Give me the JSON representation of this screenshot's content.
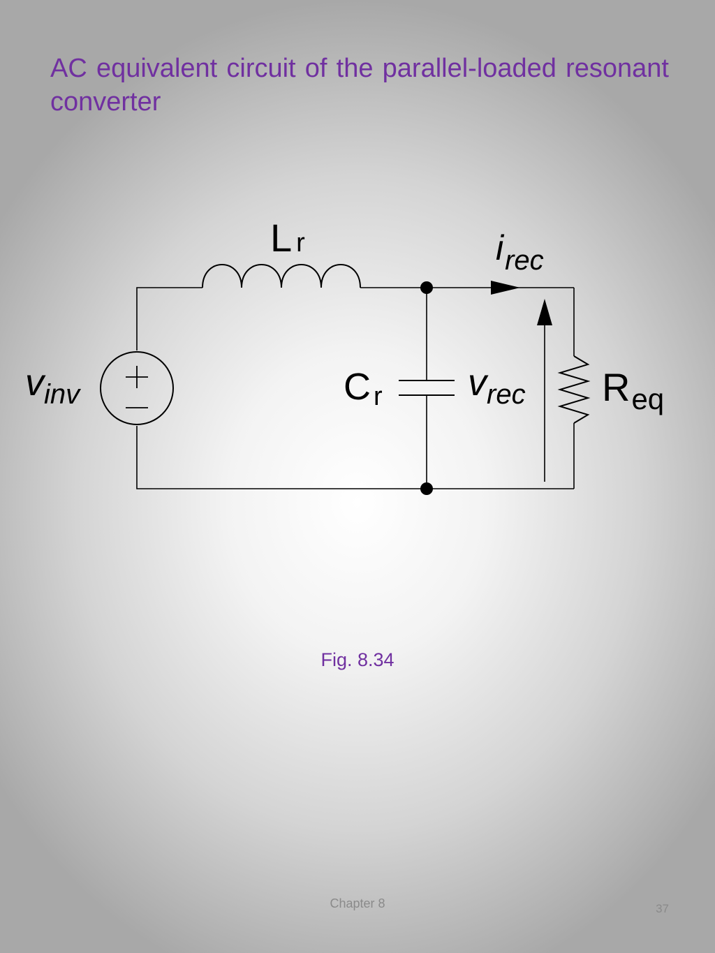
{
  "slide": {
    "title": "AC equivalent circuit of the parallel-loaded resonant converter",
    "caption": "Fig. 8.34",
    "footer": "Chapter 8",
    "page_number": "37"
  },
  "circuit": {
    "inductor": {
      "symbol": "L",
      "subscript": "r"
    },
    "current": {
      "symbol": "i",
      "subscript": "rec"
    },
    "source": {
      "symbol": "v",
      "subscript": "inv",
      "plus": "+",
      "minus": "–"
    },
    "capacitor": {
      "symbol": "C",
      "subscript": "r"
    },
    "voltage": {
      "symbol": "v",
      "subscript": "rec"
    },
    "resistor": {
      "symbol": "R",
      "subscript": "eq"
    }
  },
  "colors": {
    "title": "#7030a0",
    "footer": "#8a8a8a",
    "wire": "#000000"
  }
}
